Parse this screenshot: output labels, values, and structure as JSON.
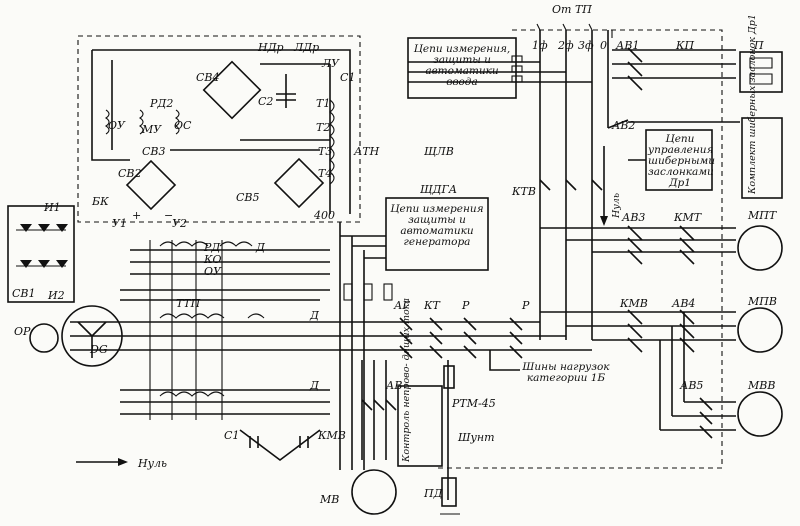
{
  "labels": {
    "ot_tp": "От ТП",
    "f1": "1ф",
    "f2": "2ф",
    "f3": "3ф",
    "zero": "0",
    "av1": "АВ1",
    "kp": "КП",
    "p": "П",
    "av2": "АВ2",
    "shchlv": "ЩЛВ",
    "nul_top": "Нуль",
    "ktv": "КТВ",
    "av3": "АВ3",
    "kmt": "КМТ",
    "mpt": "МПТ",
    "kmv": "КМВ",
    "av4": "АВ4",
    "mpv": "МПВ",
    "av5": "АВ5",
    "mvv": "МВВ",
    "shchdga": "ЩДГА",
    "ag": "АГ",
    "kt": "КТ",
    "r1": "Р",
    "r2": "Р",
    "rtm": "РТМ-45",
    "shunt": "Шунт",
    "pd": "ПД",
    "av": "АВ",
    "kmv_left": "КМВ",
    "mv": "МВ",
    "bk": "БК",
    "u1": "У1",
    "u2": "У2",
    "plus": "+",
    "minus": "−",
    "n1": "400",
    "sv1": "СВ1",
    "sv2": "СВ2",
    "sv3": "СВ3",
    "sv4": "СВ4",
    "sv5": "СВ5",
    "i1": "И1",
    "i2": "И2",
    "or": "ОР",
    "dg": "DG",
    "ndr": "НДр",
    "ldr": "ЛДр",
    "c2": "С2",
    "lu": "ЛУ",
    "c1_top": "С1",
    "t1": "Т1",
    "t2": "Т2",
    "t3": "Т3",
    "t4": "Т4",
    "atn": "АТН",
    "ou_left": "ОУ",
    "mu": "МУ",
    "ou2": "ОС",
    "rd2": "РД2",
    "rd": "РД",
    "ko": "КО",
    "ou": "ОУ",
    "ttp": "ТТП",
    "d1": "Д",
    "d2": "Д",
    "d3": "Д",
    "c1": "С1",
    "nul_bottom": "Нуль"
  },
  "blocks": {
    "meas_input": "Цепи измерения, защиты и автоматики ввода",
    "shutter_ctrl": "Цепи управления шиберными заслонками Др1",
    "gen_meas": "Цепи измерения защиты и автоматики генератора",
    "load_buses": "Шины нагрузок категории 1Б",
    "shutter_set": "Комплект шиберных заслонок Др1",
    "control_ctl": "Контроль непрово- дящих тока"
  }
}
